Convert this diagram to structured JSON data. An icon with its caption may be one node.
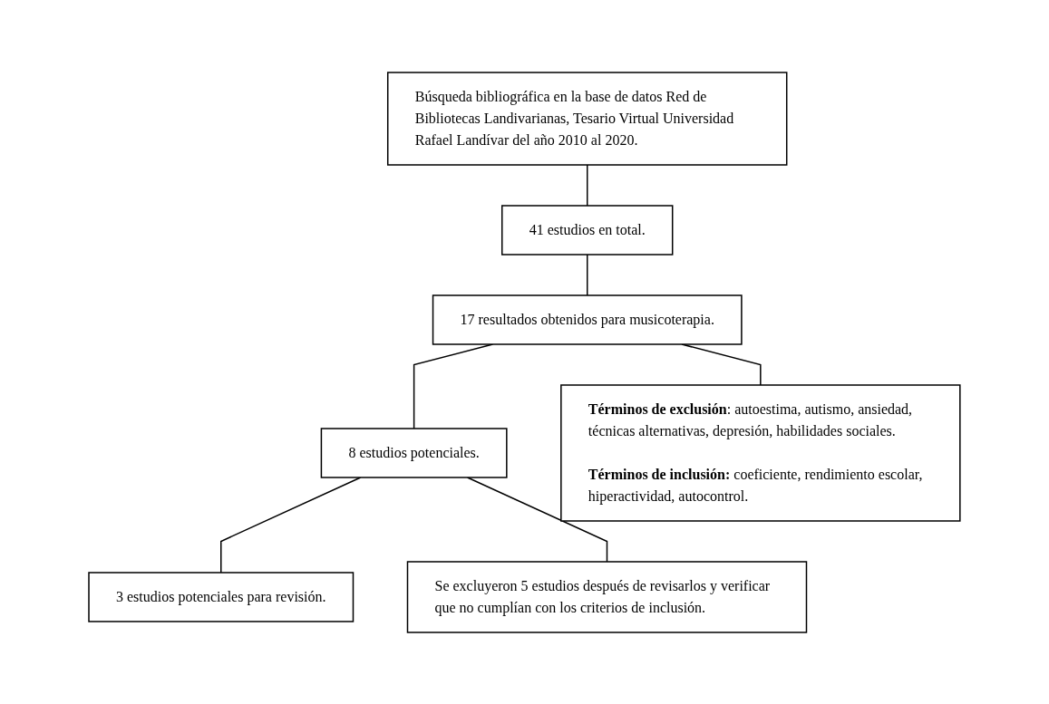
{
  "diagram": {
    "nodes": [
      {
        "text": [
          "Búsqueda bibliográfica en la base de datos Red de Bibliotecas Landivarianas, Tesario Virtual Universidad Rafael Landívar del año 2010 al 2020."
        ]
      },
      {
        "text": [
          "41 estudios en total."
        ]
      },
      {
        "text": [
          "17 resultados obtenidos para musicoterapia."
        ]
      },
      {
        "text": [
          "8 estudios potenciales."
        ]
      },
      {
        "text": [
          "3 estudios potenciales para revisión."
        ]
      },
      {
        "text": [
          "**Términos de exclusión**: autoestima, autismo, ansiedad, técnicas alternativas, depresión, habilidades sociales.",
          "**Términos de inclusión:** coeficiente, rendimiento escolar, hiperactividad, autocontrol."
        ]
      },
      {
        "text": [
          "Se excluyeron 5 estudios después de revisarlos y verificar que no cumplían con los criterios de inclusión."
        ]
      }
    ],
    "edges": [
      {
        "from": 0,
        "to": 1,
        "arrow": "none"
      },
      {
        "from": 1,
        "to": 2,
        "arrow": "none"
      },
      {
        "from": 2,
        "to": 3,
        "arrow": "none"
      },
      {
        "from": 3,
        "to": 4,
        "arrow": "none"
      },
      {
        "from": 2,
        "to": 5,
        "arrow": "none"
      },
      {
        "from": 3,
        "to": 6,
        "arrow": "none"
      }
    ]
  }
}
